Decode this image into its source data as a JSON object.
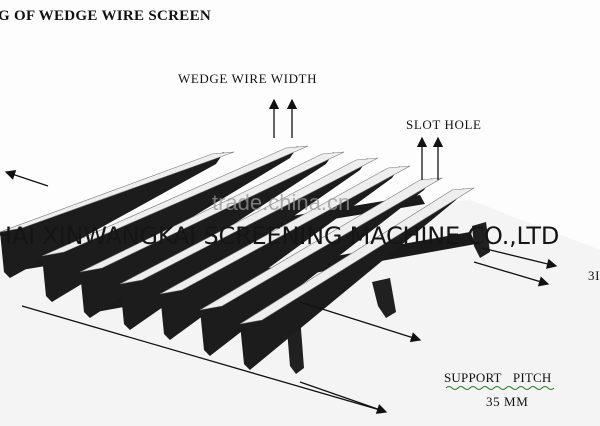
{
  "title": "G OF WEDGE WIRE SCREEN",
  "labels": {
    "wedge_wire_width": "WEDGE WIRE WIDTH",
    "slot_hole": "SLOT HOLE",
    "support_pitch": "SUPPORT   PITCH",
    "pitch_value": "35 MM",
    "cut_off_label": "3I"
  },
  "watermark": "trade.china.cn",
  "company": "HAI XINWANGKAI SCREENING MACHINE CO.,LTD",
  "colors": {
    "wire_top": "#eeeeee",
    "wire_side": "#1c1c1c",
    "line": "#111111"
  }
}
